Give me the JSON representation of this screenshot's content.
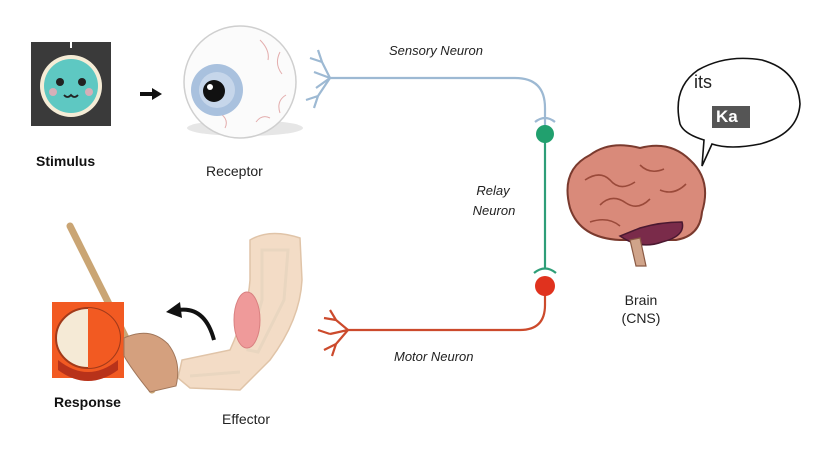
{
  "labels": {
    "stimulus": "Stimulus",
    "receptor": "Receptor",
    "sensory_neuron": "Sensory Neuron",
    "relay_neuron_line1": "Relay",
    "relay_neuron_line2": "Neuron",
    "motor_neuron": "Motor Neuron",
    "brain_line1": "Brain",
    "brain_line2": "(CNS)",
    "effector": "Effector",
    "response": "Response"
  },
  "speech_bubble": {
    "line1": "its",
    "line2": "Ka"
  },
  "colors": {
    "sensory": "#9db9d3",
    "relay": "#2e9e78",
    "motor": "#cc4a2c",
    "relay_node": "#21a06e",
    "motor_node": "#e0321e",
    "drum_red": "#f25a22",
    "stimulus_bg": "#3a3a3a",
    "stimulus_face": "#5ec8c2"
  },
  "icons": {
    "stimulus": "taiko-don-face-icon",
    "receptor": "eye-icon",
    "brain": "brain-icon",
    "effector": "arm-muscle-icon",
    "response": "drum-icon",
    "arrow": "right-arrow-icon",
    "curved_arrow": "curved-arrow-icon"
  }
}
